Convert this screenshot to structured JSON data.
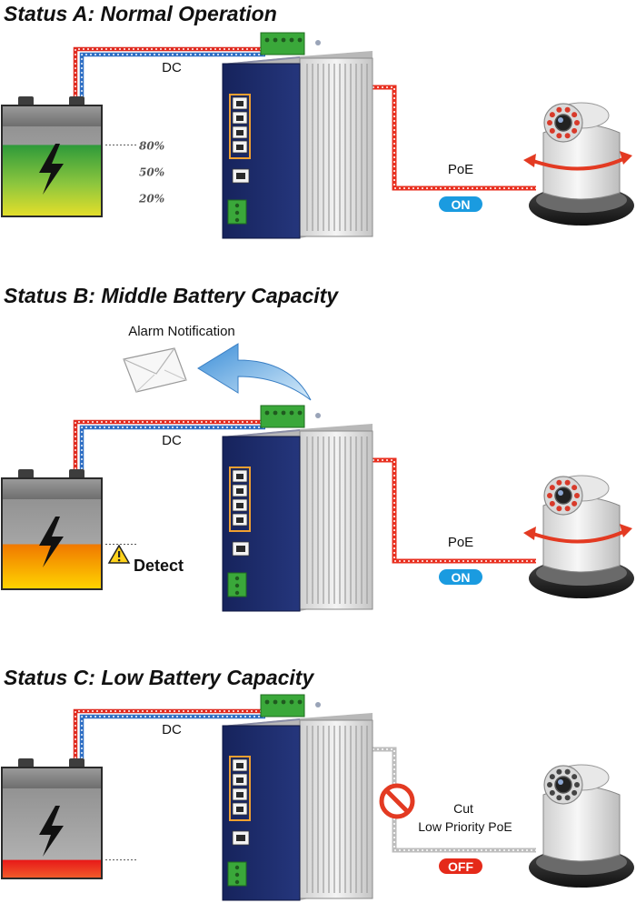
{
  "colors": {
    "dc_red": "#e02b20",
    "dc_blue": "#2f6fc4",
    "poe_on": "#e83020",
    "poe_off": "#bdbdbd",
    "badge_on": "#1a9be0",
    "badge_off": "#e52a1a",
    "switch_blue": "#1d2b6b",
    "terminal_green": "#3aa83a",
    "battery_green": "#3fa43a",
    "battery_orange": "#f4a000",
    "battery_red": "#e52222"
  },
  "statuses": [
    {
      "title": "Status A: Normal Operation",
      "dc_label": "DC",
      "battery_level": 80,
      "battery_label": "80%",
      "poe_label": "PoE",
      "poe_state": "ON",
      "camera_rotating": true
    },
    {
      "title": "Status B: Middle Battery Capacity",
      "dc_label": "DC",
      "battery_level": 50,
      "battery_label": "50%",
      "detect_label": "Detect",
      "alarm_label": "Alarm Notification",
      "poe_label": "PoE",
      "poe_state": "ON",
      "camera_rotating": true
    },
    {
      "title": "Status C: Low Battery Capacity",
      "dc_label": "DC",
      "battery_level": 20,
      "battery_label": "20%",
      "cut_label": "Cut",
      "poe_label": "Low Priority PoE",
      "poe_state": "OFF",
      "camera_rotating": false
    }
  ]
}
